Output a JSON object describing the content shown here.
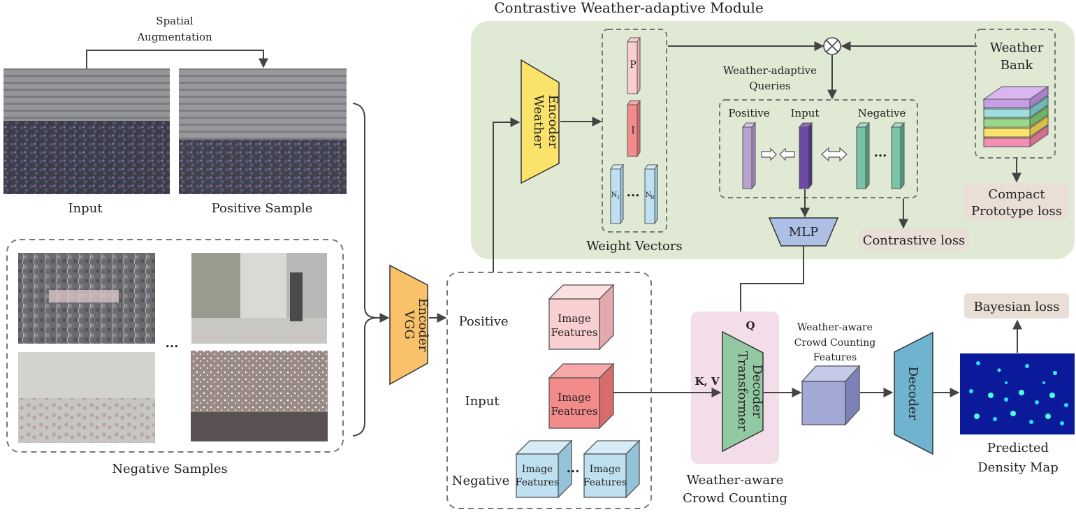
{
  "title": "Contrastive Weather-adaptive Module",
  "augmentation": {
    "line1": "Spatial",
    "line2": "Augmentation"
  },
  "captions": {
    "input": "Input",
    "positive_sample": "Positive Sample",
    "negative_samples": "Negative Samples",
    "ellipsis": "..."
  },
  "vgg": {
    "line1": "VGG",
    "line2": "Encoder"
  },
  "features": {
    "positive_label": "Positive",
    "input_label": "Input",
    "negative_label": "Negative",
    "cube_line1": "Image",
    "cube_line2": "Features"
  },
  "module": {
    "weather_encoder": {
      "line1": "Weather",
      "line2": "Encoder"
    },
    "vectors": {
      "p": "P",
      "i": "I",
      "n1": "N",
      "n1_sub": "1",
      "nr": "N",
      "nr_sub": "R"
    },
    "weight_vectors": "Weight Vectors",
    "queries": {
      "line1": "Weather-adaptive",
      "line2": "Queries"
    },
    "positive": "Positive",
    "input": "Input",
    "negative": "Negative",
    "weather_bank": {
      "line1": "Weather",
      "line2": "Bank"
    },
    "compact_loss": {
      "line1": "Compact",
      "line2": "Prototype loss"
    },
    "contrastive_loss": "Contrastive loss",
    "mlp": "MLP"
  },
  "counting": {
    "q": "Q",
    "kv": "K, V",
    "transformer": {
      "line1": "Transformer",
      "line2": "Decoder"
    },
    "section": {
      "line1": "Weather-aware",
      "line2": "Crowd Counting"
    },
    "features": {
      "line1": "Weather-aware",
      "line2": "Crowd Counting",
      "line3": "Features"
    },
    "decoder": "Decoder",
    "bayesian_loss": "Bayesian loss",
    "density": {
      "line1": "Predicted",
      "line2": "Density Map"
    }
  },
  "colors": {
    "module_bg": "#dfe9d3",
    "section_bg": "#f2dde8",
    "loss_bg": "#eadfd6",
    "vgg": "#f9c16a",
    "weather_encoder": "#fbe36b",
    "cube_positive": "#f9cfd2",
    "cube_input": "#f38b8b",
    "cube_negative": "#bfe0f0",
    "cube_weather": "#a3a9d6",
    "mlp": "#aebfe6",
    "transformer": "#93c9a2",
    "decoder": "#6fb3cf",
    "vec_positive": "#b9a2d2",
    "vec_input": "#6a4aa3",
    "vec_negative": "#79c2a5",
    "density_bg": "#0a1a9a"
  }
}
